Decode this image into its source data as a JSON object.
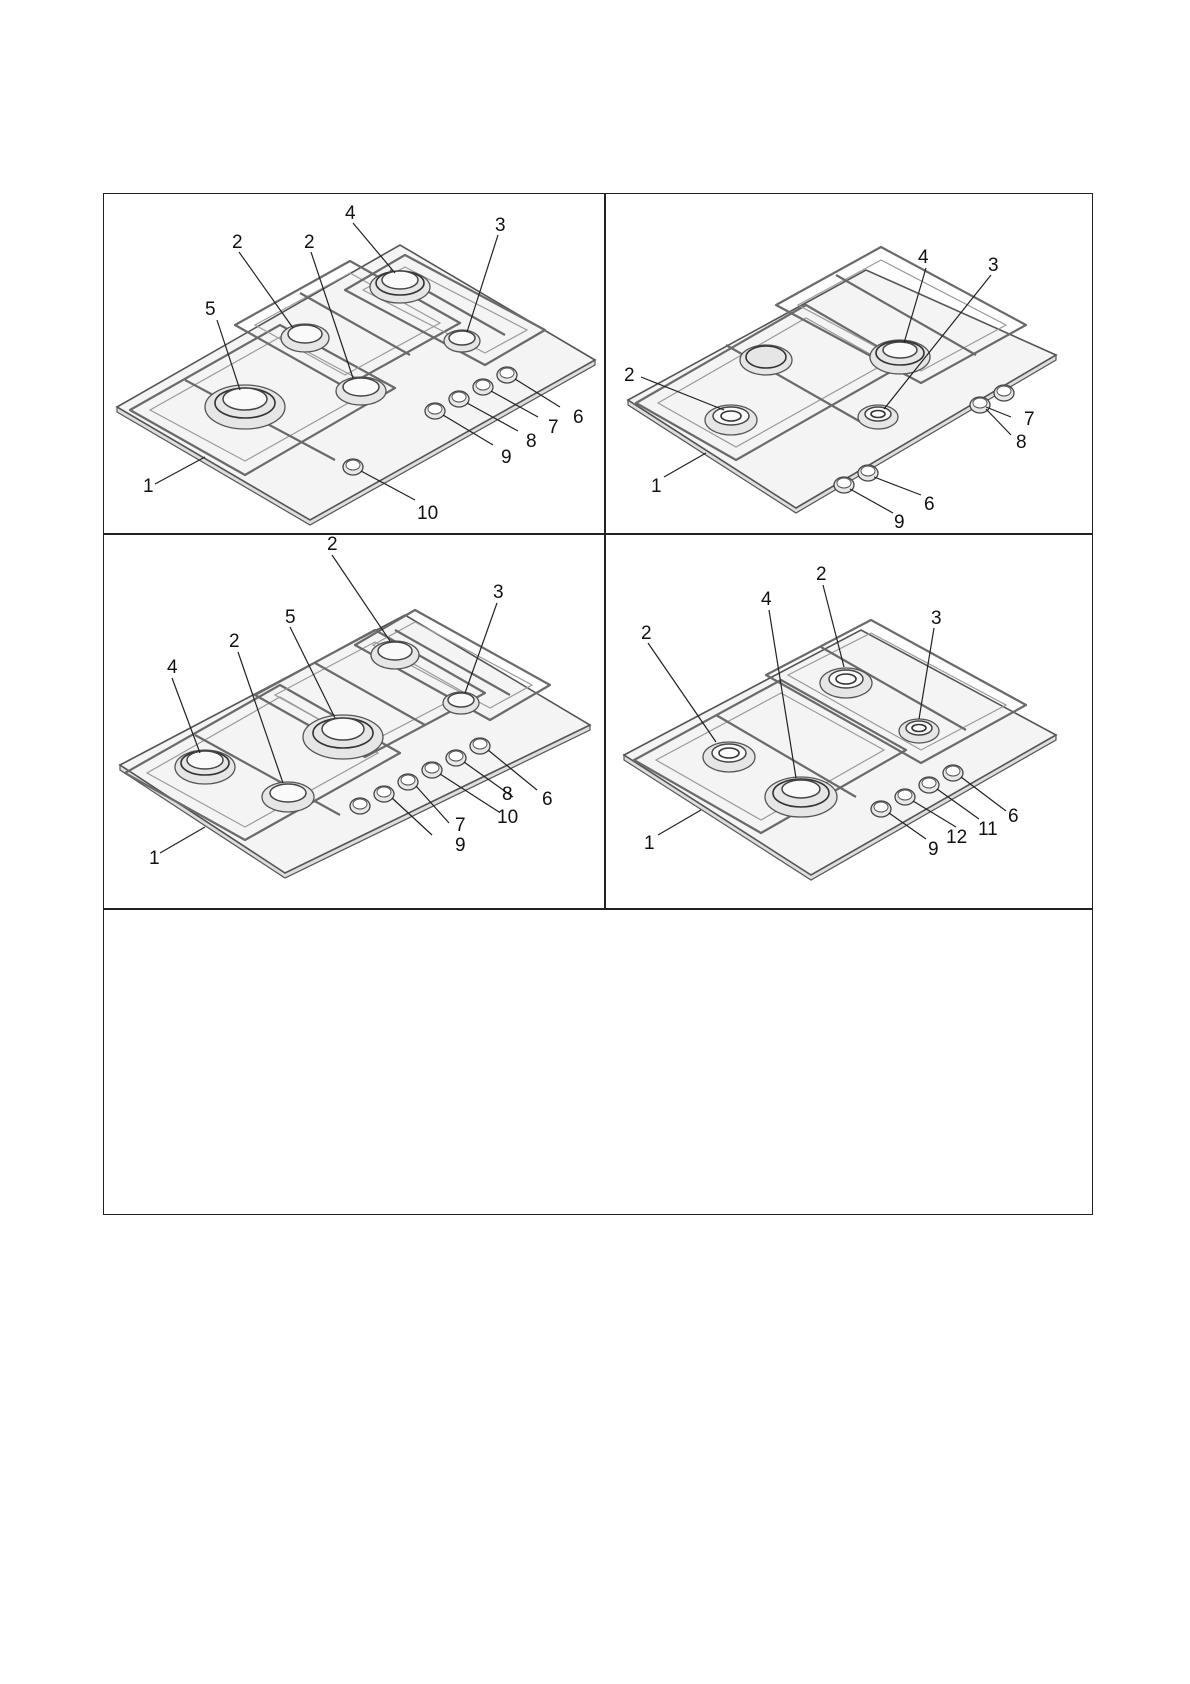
{
  "panels": [
    {
      "id": "top-left",
      "callouts": [
        "1",
        "2",
        "2",
        "3",
        "4",
        "5",
        "6",
        "7",
        "8",
        "9",
        "10"
      ]
    },
    {
      "id": "top-right",
      "callouts": [
        "1",
        "2",
        "3",
        "4",
        "6",
        "7",
        "8",
        "9"
      ]
    },
    {
      "id": "bottom-left",
      "callouts": [
        "1",
        "2",
        "2",
        "3",
        "4",
        "5",
        "6",
        "7",
        "8",
        "9",
        "10"
      ]
    },
    {
      "id": "bottom-right",
      "callouts": [
        "1",
        "2",
        "2",
        "3",
        "4",
        "6",
        "9",
        "11",
        "12"
      ]
    }
  ]
}
